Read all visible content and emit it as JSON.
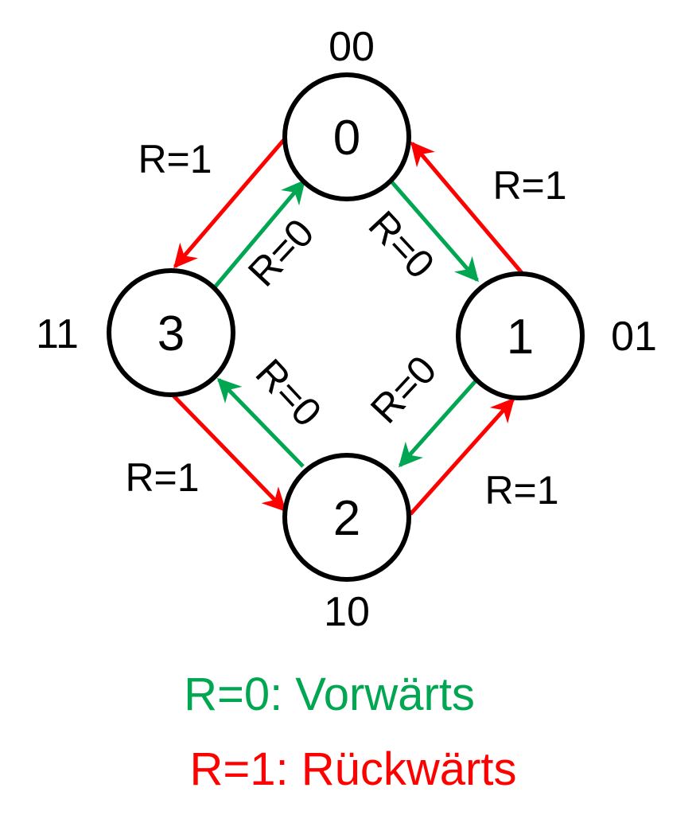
{
  "diagram": {
    "states": [
      {
        "id": "s0",
        "number": "0",
        "code": "00"
      },
      {
        "id": "s1",
        "number": "1",
        "code": "01"
      },
      {
        "id": "s2",
        "number": "2",
        "code": "10"
      },
      {
        "id": "s3",
        "number": "3",
        "code": "11"
      }
    ],
    "transitions": [
      {
        "id": "t-0-1",
        "from": "0",
        "to": "1",
        "label": "R=0"
      },
      {
        "id": "t-1-2",
        "from": "1",
        "to": "2",
        "label": "R=0"
      },
      {
        "id": "t-2-3",
        "from": "2",
        "to": "3",
        "label": "R=0"
      },
      {
        "id": "t-3-0",
        "from": "3",
        "to": "0",
        "label": "R=0"
      },
      {
        "id": "t-0-3",
        "from": "0",
        "to": "3",
        "label": "R=1"
      },
      {
        "id": "t-3-2",
        "from": "3",
        "to": "2",
        "label": "R=1"
      },
      {
        "id": "t-2-1",
        "from": "2",
        "to": "1",
        "label": "R=1"
      },
      {
        "id": "t-1-0",
        "from": "1",
        "to": "0",
        "label": "R=1"
      }
    ],
    "legend": {
      "forward": "R=0: Vorwärts",
      "backward": "R=1: Rückwärts"
    },
    "colors": {
      "forward": "#00a651",
      "backward": "#ff0000",
      "stroke": "#000000"
    }
  }
}
